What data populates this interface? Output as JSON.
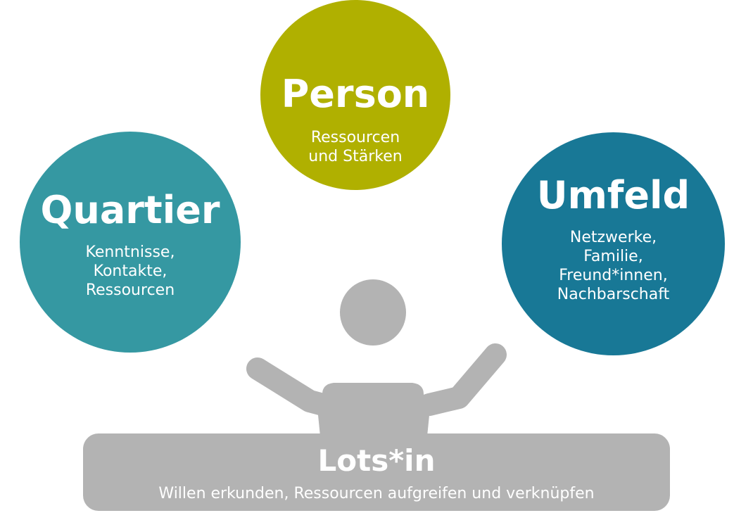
{
  "colors": {
    "person": "#b0b000",
    "quartier": "#3598a2",
    "umfeld": "#187896",
    "figure": "#b3b3b3",
    "text": "#ffffff"
  },
  "circles": {
    "person": {
      "title": "Person",
      "subtitle": "Ressourcen\nund Stärken"
    },
    "quartier": {
      "title": "Quartier",
      "subtitle": "Kenntnisse,\nKontakte,\nRessourcen"
    },
    "umfeld": {
      "title": "Umfeld",
      "subtitle": "Netzwerke,\nFamilie,\nFreund*innen,\nNachbarschaft"
    }
  },
  "lotsin": {
    "title": "Lots*in",
    "subtitle": "Willen erkunden, Ressourcen aufgreifen und verknüpfen"
  }
}
